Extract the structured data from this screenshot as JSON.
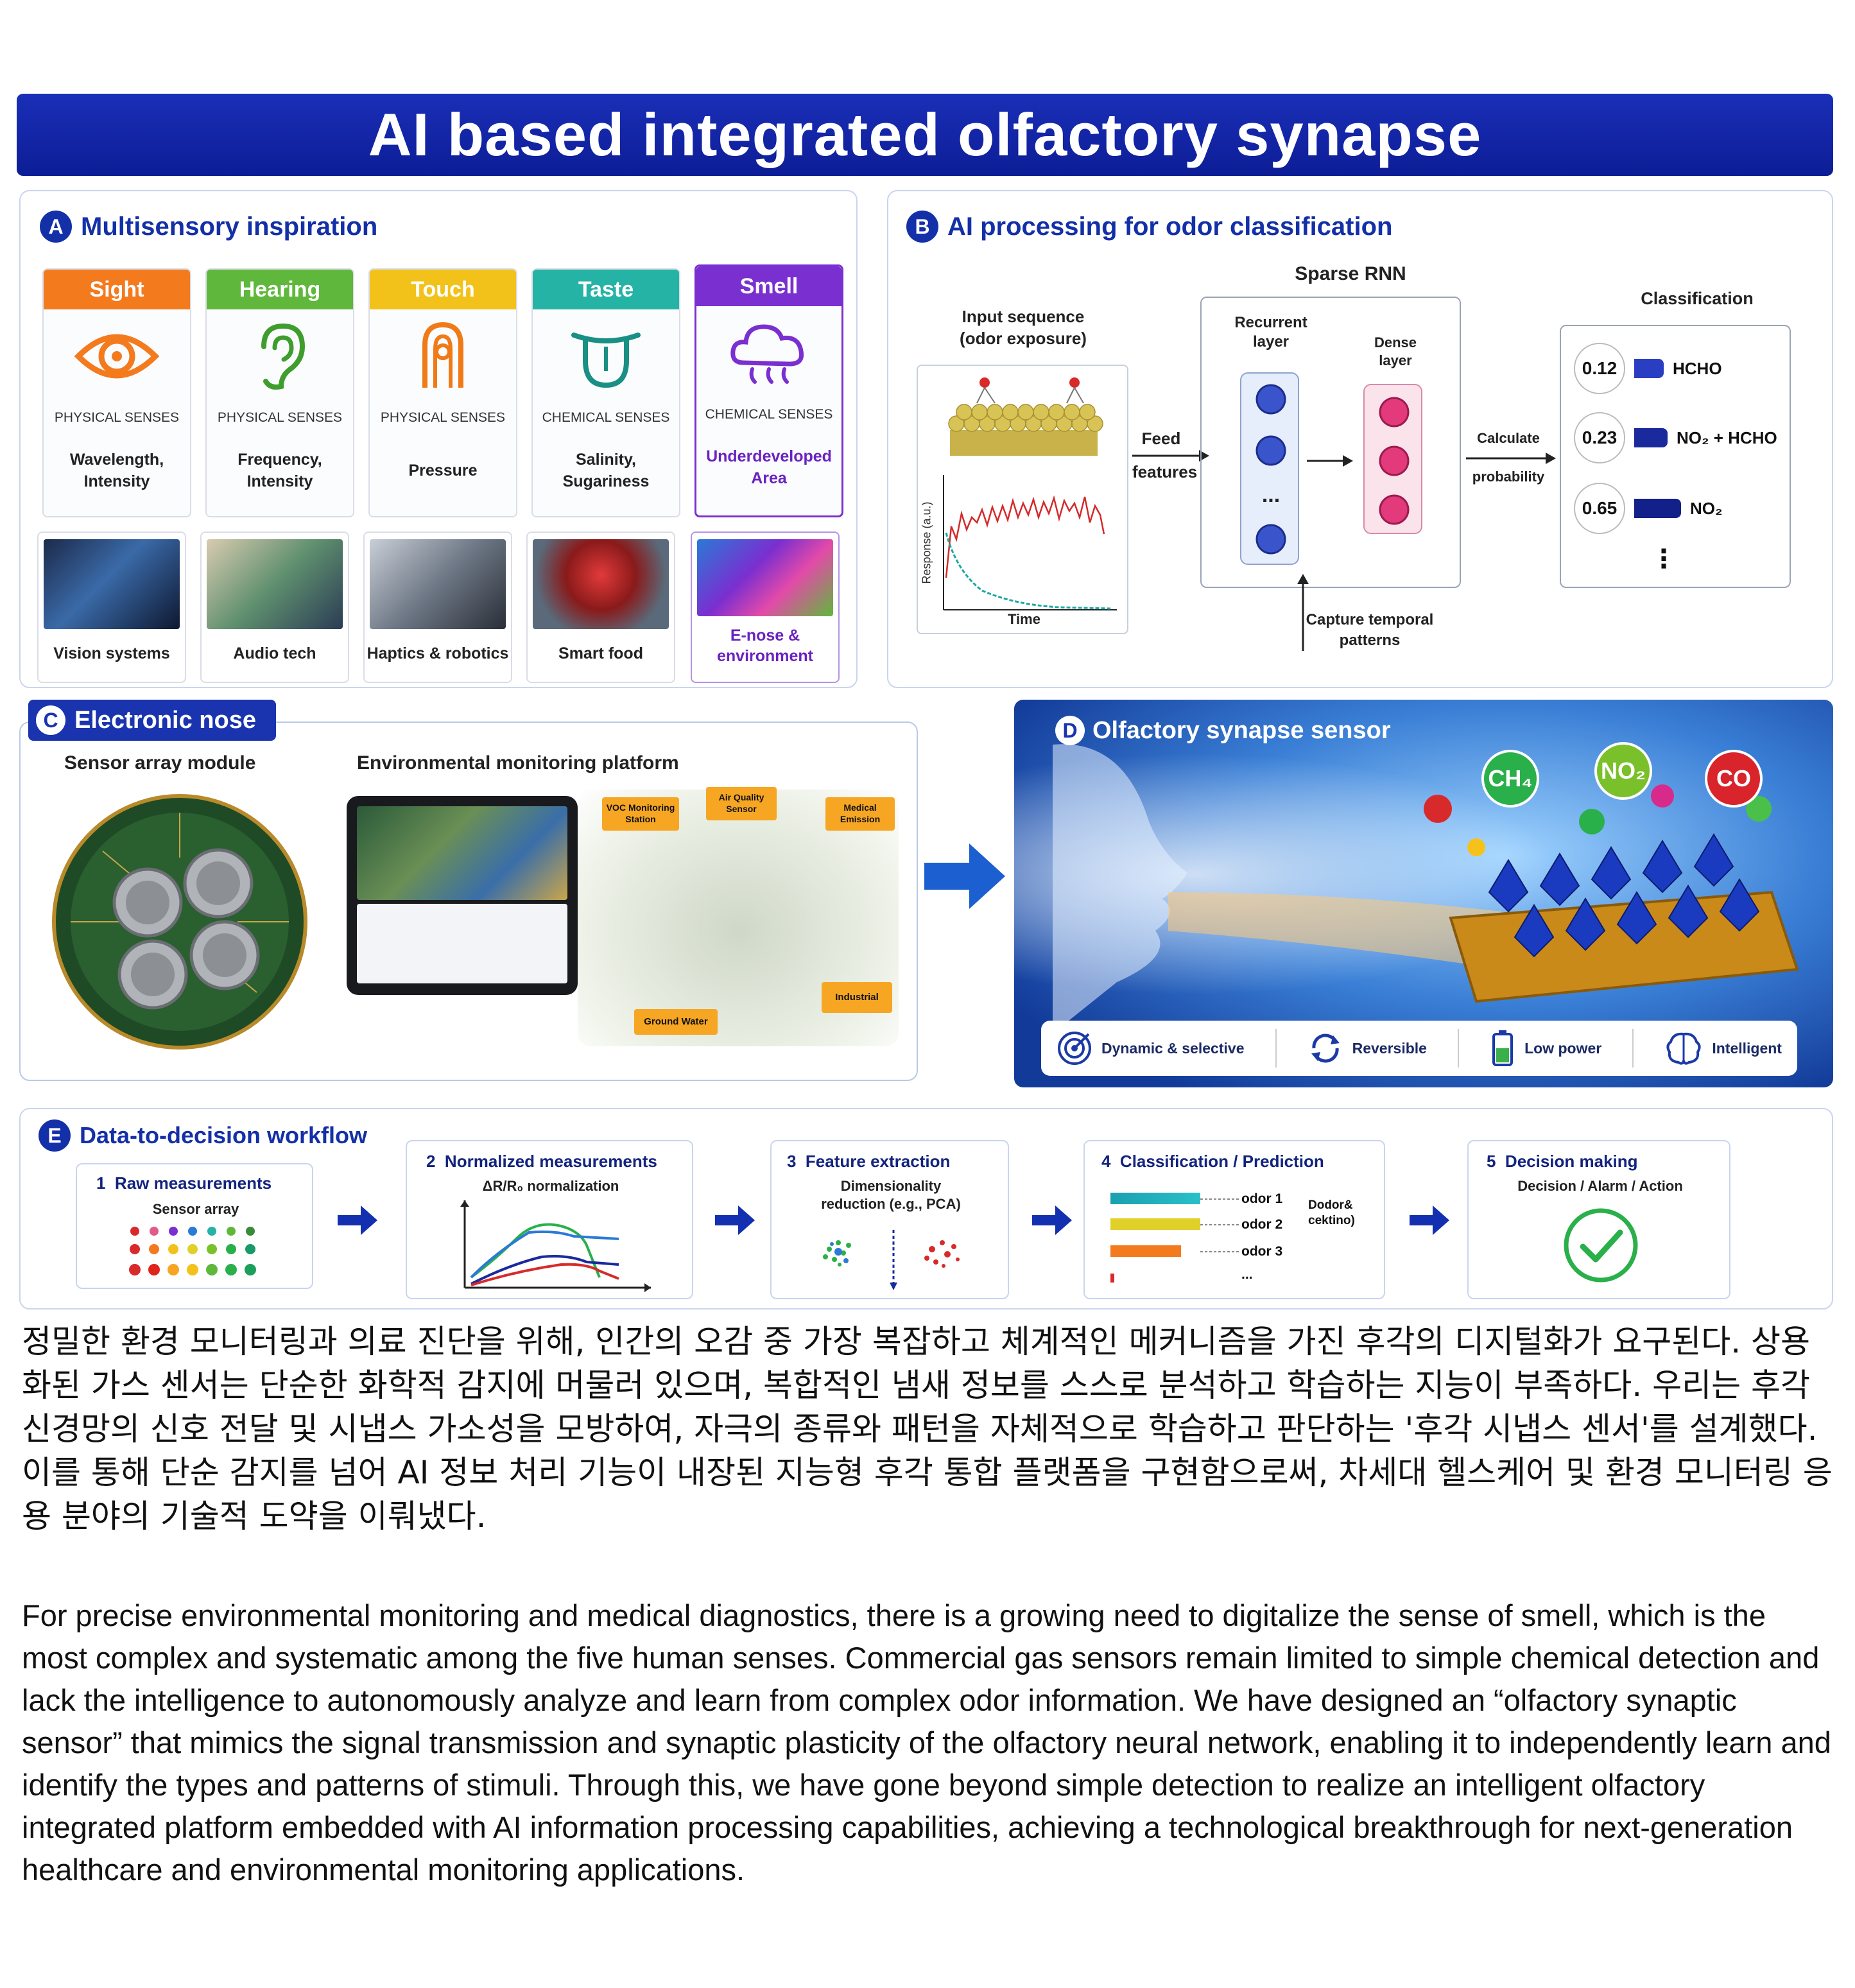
{
  "title": "AI based integrated olfactory synapse",
  "panel_a": {
    "badge": "A",
    "title": "Multisensory inspiration",
    "senses": [
      {
        "name": "Sight",
        "category": "PHYSICAL SENSES",
        "desc1": "Wavelength,",
        "desc2": "Intensity",
        "color": "#f47a1e",
        "icon": "eye-icon"
      },
      {
        "name": "Hearing",
        "category": "PHYSICAL SENSES",
        "desc1": "Frequency,",
        "desc2": "Intensity",
        "color": "#5fb83b",
        "icon": "ear-icon"
      },
      {
        "name": "Touch",
        "category": "PHYSICAL SENSES",
        "desc1": "Pressure",
        "desc2": "",
        "color": "#f3c21a",
        "icon": "finger-icon"
      },
      {
        "name": "Taste",
        "category": "CHEMICAL SENSES",
        "desc1": "Salinity,",
        "desc2": "Sugariness",
        "color": "#25b3a5",
        "icon": "tongue-icon"
      },
      {
        "name": "Smell",
        "category": "CHEMICAL SENSES",
        "desc1": "Underdeveloped",
        "desc2": "Area",
        "color": "#7a2fd0",
        "icon": "cloud-icon"
      }
    ],
    "apps": [
      {
        "label1": "Vision systems",
        "label2": ""
      },
      {
        "label1": "Audio tech",
        "label2": ""
      },
      {
        "label1": "Haptics & robotics",
        "label2": ""
      },
      {
        "label1": "Smart food",
        "label2": ""
      },
      {
        "label1": "E-nose &",
        "label2": "environment"
      }
    ]
  },
  "panel_b": {
    "badge": "B",
    "title": "AI processing for odor classification",
    "input_title1": "Input sequence",
    "input_title2": "(odor exposure)",
    "y_axis": "Response (a.u.)",
    "x_axis": "Time",
    "feed1": "Feed",
    "feed2": "features",
    "rnn_title": "Sparse RNN",
    "recurrent1": "Recurrent",
    "recurrent2": "layer",
    "dense1": "Dense",
    "dense2": "layer",
    "ellipsis": "...",
    "calc1": "Calculate",
    "calc2": "probability",
    "capture1": "Capture temporal",
    "capture2": "patterns",
    "class_title": "Classification",
    "classes": [
      {
        "prob": "0.12",
        "value": 0.12,
        "label": "HCHO"
      },
      {
        "prob": "0.23",
        "value": 0.23,
        "label": "NO₂ + HCHO"
      },
      {
        "prob": "0.65",
        "value": 0.65,
        "label": "NO₂"
      }
    ],
    "more": "⋮"
  },
  "panel_c": {
    "badge": "C",
    "title": "Electronic nose",
    "sensor_title": "Sensor array module",
    "platform_title": "Environmental monitoring platform",
    "tags": [
      "VOC Monitoring Station",
      "Air Quality Sensor",
      "Medical Emission",
      "Industrial",
      "Ground Water"
    ]
  },
  "panel_d": {
    "badge": "D",
    "title": "Olfactory synapse sensor",
    "gases": [
      "CH₄",
      "NO₂",
      "CO"
    ],
    "features": [
      {
        "label": "Dynamic & selective",
        "icon": "target-icon"
      },
      {
        "label": "Reversible",
        "icon": "refresh-icon"
      },
      {
        "label": "Low power",
        "icon": "battery-icon"
      },
      {
        "label": "Intelligent",
        "icon": "brain-icon"
      }
    ]
  },
  "panel_e": {
    "badge": "E",
    "title": "Data-to-decision workflow",
    "steps": [
      {
        "num": "1",
        "title": "Raw measurements",
        "sub1": "Sensor array",
        "sub2": ""
      },
      {
        "num": "2",
        "title": "Normalized measurements",
        "sub1": "ΔR/R₀ normalization",
        "sub2": ""
      },
      {
        "num": "3",
        "title": "Feature extraction",
        "sub1": "Dimensionality",
        "sub2": "reduction (e.g., PCA)"
      },
      {
        "num": "4",
        "title": "Classification / Prediction",
        "sub1": "",
        "sub2": ""
      },
      {
        "num": "5",
        "title": "Decision making",
        "sub1": "Decision / Alarm / Action",
        "sub2": ""
      }
    ],
    "odors": [
      "odor 1",
      "odor 2",
      "odor 3",
      "..."
    ],
    "odor_note1": "Dodor&",
    "odor_note2": "cektino)"
  },
  "text_ko": "정밀한 환경 모니터링과 의료 진단을 위해, 인간의 오감 중 가장 복잡하고 체계적인 메커니즘을 가진 후각의 디지털화가 요구된다. 상용화된 가스 센서는 단순한 화학적 감지에 머물러 있으며, 복합적인 냄새 정보를 스스로 분석하고 학습하는 지능이 부족하다. 우리는 후각 신경망의 신호 전달 및 시냅스 가소성을 모방하여, 자극의 종류와 패턴을 자체적으로 학습하고 판단하는 '후각 시냅스 센서'를 설계했다. 이를 통해 단순 감지를 넘어 AI 정보 처리 기능이 내장된 지능형 후각 통합 플랫폼을 구현함으로써, 차세대 헬스케어 및 환경 모니터링 응용 분야의 기술적 도약을 이뤄냈다.",
  "text_en": "For precise environmental monitoring and medical diagnostics, there is a growing need to digitalize the sense of smell, which is the most complex and systematic among the five human senses. Commercial gas sensors remain limited to simple chemical detection and lack the intelligence to autonomously analyze and learn from complex odor information. We have designed an “olfactory synaptic sensor” that mimics the signal transmission and synaptic plasticity of the olfactory neural network, enabling it to independently learn and identify the types and patterns of stimuli. Through this, we have gone beyond simple detection to realize an intelligent olfactory integrated platform embedded with AI information processing capabilities, achieving a technological breakthrough for next-generation healthcare and environmental monitoring applications."
}
